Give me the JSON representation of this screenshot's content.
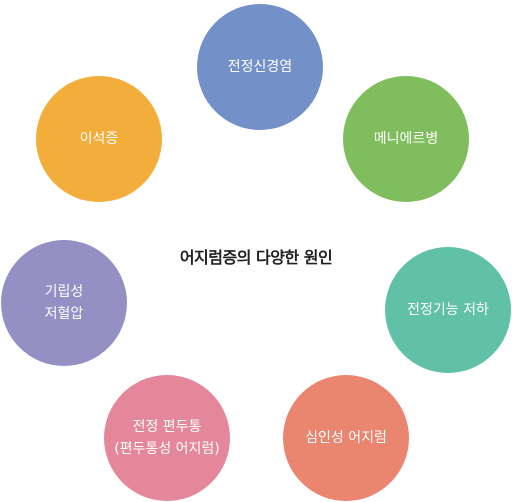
{
  "title": "어지럼증의 다양한 원인",
  "causes": [
    {
      "lines": [
        "전정신경염"
      ],
      "color": "#7390c9"
    },
    {
      "lines": [
        "메니에르병"
      ],
      "color": "#7fbd5d"
    },
    {
      "lines": [
        "이석증"
      ],
      "color": "#f3ad3b"
    },
    {
      "lines": [
        "기립성",
        "저혈압"
      ],
      "color": "#9490c4"
    },
    {
      "lines": [
        "전정기능 저하"
      ],
      "color": "#61c1a8"
    },
    {
      "lines": [
        "전정 편두통",
        "(편두통성 어지럼)"
      ],
      "color": "#e4879a"
    },
    {
      "lines": [
        "심인성 어지럼"
      ],
      "color": "#ea8570"
    }
  ]
}
